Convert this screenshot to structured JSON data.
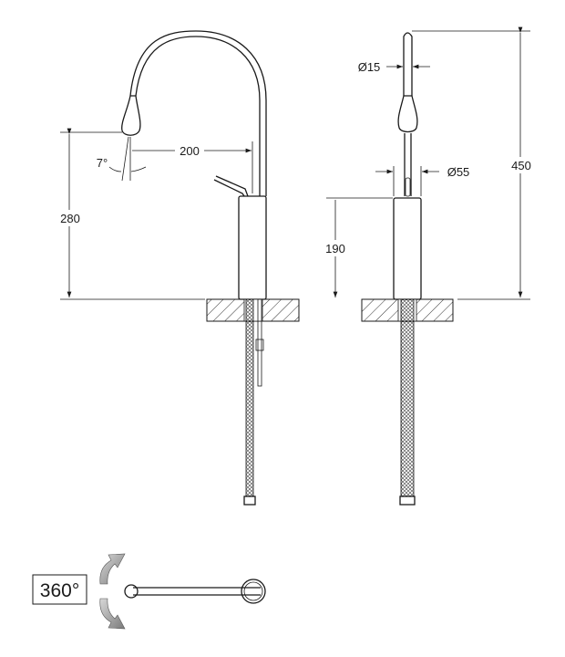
{
  "dimensions": {
    "spout_reach": "200",
    "spout_height": "280",
    "spray_angle": "7°",
    "body_height": "190",
    "total_height": "450",
    "spout_diameter": "Ø15",
    "body_diameter": "Ø55"
  },
  "rotation": {
    "label": "360°"
  },
  "colors": {
    "line": "#1a1a1a",
    "arrow": "#8a8a8a"
  }
}
